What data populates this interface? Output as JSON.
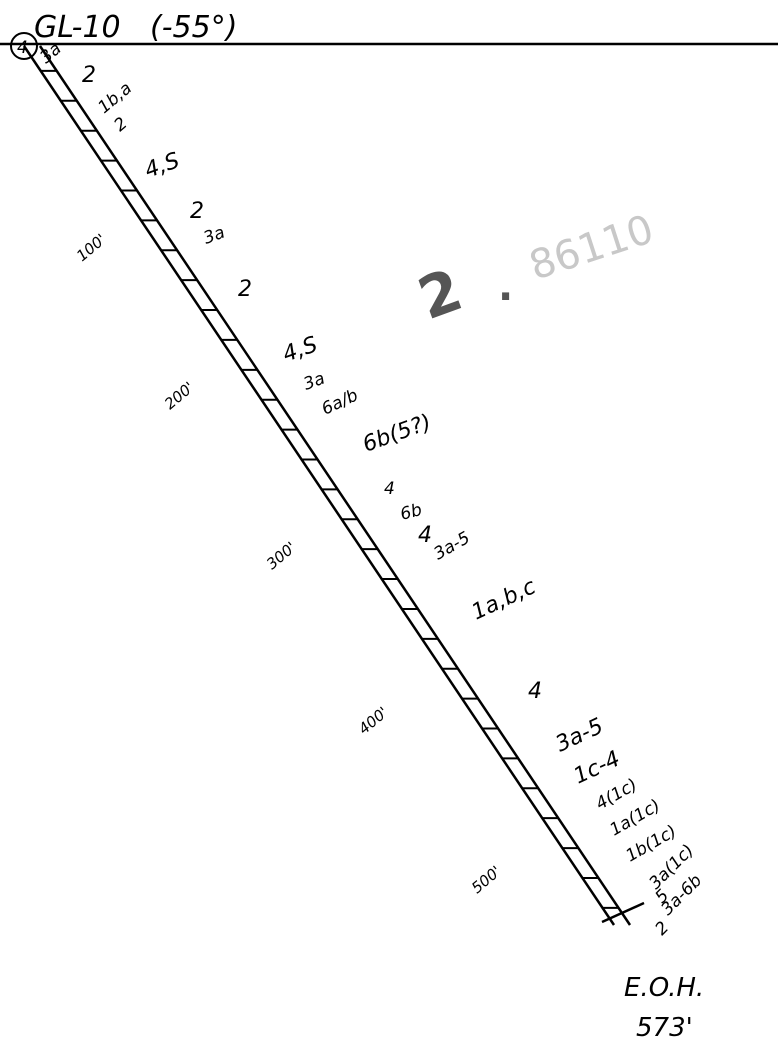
{
  "hole": {
    "title": "GL-10",
    "angle": "(-55°)",
    "collar_marker": "4",
    "end_of_hole_label": "E.O.H.",
    "end_of_hole_depth": "573'"
  },
  "depth_marks": [
    "100'",
    "200'",
    "300'",
    "400'",
    "500'"
  ],
  "lithology_labels": [
    "3a",
    "2",
    "1b,a",
    "2",
    "4,S",
    "2",
    "3a",
    "2",
    "4,S",
    "3a",
    "6a/b",
    "6b(5?)",
    "4",
    "6b",
    "4",
    "3a-5",
    "1a,b,c",
    "4",
    "3a-5",
    "1c-4",
    "4(1c)",
    "1a(1c)",
    "1b(1c)",
    "3a(1c)",
    "5",
    "3a-6b",
    "2"
  ],
  "stamp": {
    "number": "2",
    "separator": ".",
    "faint_text": "86110"
  }
}
